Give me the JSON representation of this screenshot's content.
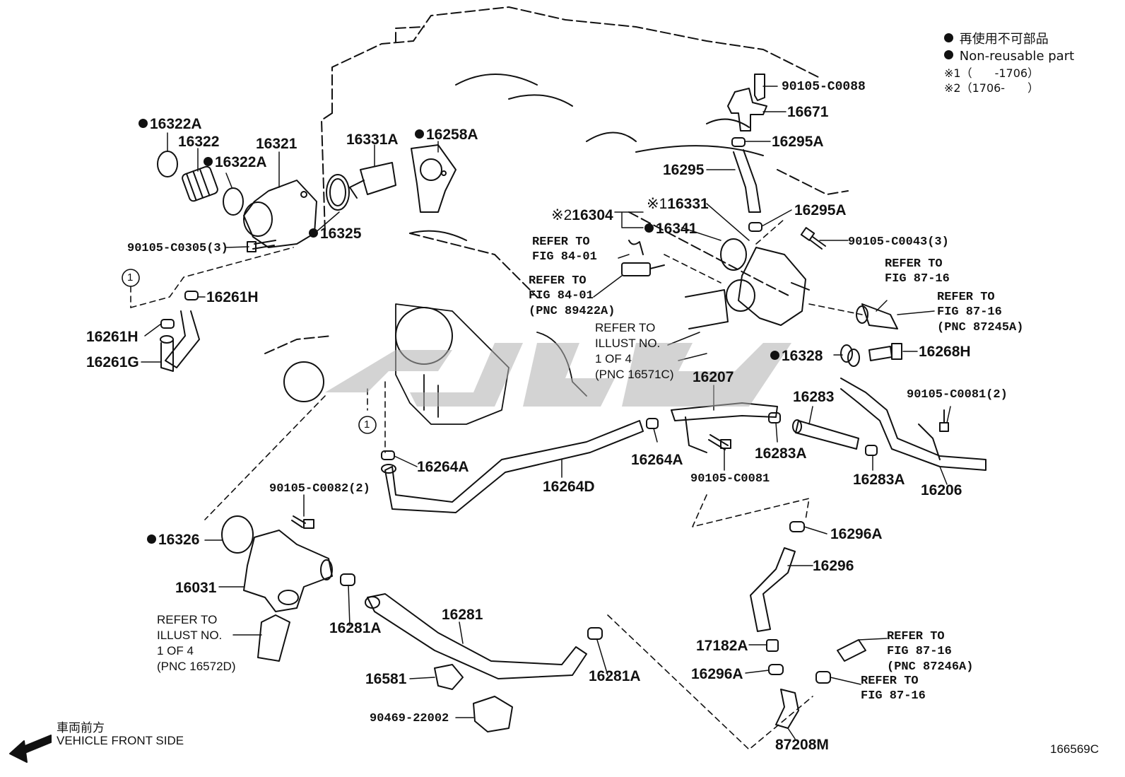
{
  "legend": {
    "jp": "再使用不可部品",
    "en": "Non-reusable part",
    "note1": "※1（　　-1706）",
    "note2": "※2（1706-　　）"
  },
  "labels": {
    "p16322A_a": "16322A",
    "p16322": "16322",
    "p16322A_b": "16322A",
    "p16321": "16321",
    "p16331A": "16331A",
    "p16258A": "16258A",
    "p16325": "16325",
    "b90105C0305": "90105-C0305(3)",
    "p16261H_a": "16261H",
    "p16261H_b": "16261H",
    "p16261G": "16261G",
    "b90105C0088": "90105-C0088",
    "p16671": "16671",
    "p16295A_a": "16295A",
    "p16295": "16295",
    "p16295A_b": "16295A",
    "p16304": "16304",
    "p16331": "16331",
    "p16341": "16341",
    "b90105C0043": "90105-C0043(3)",
    "p16328": "16328",
    "p16268H": "16268H",
    "b90105C0081_2": "90105-C0081(2)",
    "p16207": "16207",
    "p16283": "16283",
    "p16264A_a": "16264A",
    "p16264A_b": "16264A",
    "p16283A_a": "16283A",
    "p16283A_b": "16283A",
    "b90105C0081": "90105-C0081",
    "p16206": "16206",
    "p16264D": "16264D",
    "b90105C0082": "90105-C0082(2)",
    "p16326": "16326",
    "p16031": "16031",
    "p16296A_a": "16296A",
    "p16296": "16296",
    "p17182A": "17182A",
    "p16296A_b": "16296A",
    "p16281": "16281",
    "p16281A_a": "16281A",
    "p16281A_b": "16281A",
    "p16581": "16581",
    "b90469": "90469-22002",
    "p87208M": "87208M",
    "mark1": "※1",
    "mark2": "※2",
    "circle1a": "1",
    "circle1b": "1"
  },
  "refs": {
    "r1": "REFER TO\nFIG 84-01",
    "r2": "REFER TO\nFIG 84-01\n(PNC 89422A)",
    "r3": "REFER TO\nFIG 87-16",
    "r4": "REFER TO\nFIG 87-16\n(PNC 87245A)",
    "r5": "REFER TO\nILLUST NO.\n1 OF 4\n(PNC 16571C)",
    "r6": "REFER TO\nILLUST NO.\n1 OF 4\n(PNC 16572D)",
    "r7": "REFER TO\nFIG 87-16\n(PNC 87246A)",
    "r8": "REFER TO\nFIG 87-16"
  },
  "footer": {
    "jp": "車両前方",
    "en": "VEHICLE FRONT SIDE",
    "code": "166569C"
  }
}
